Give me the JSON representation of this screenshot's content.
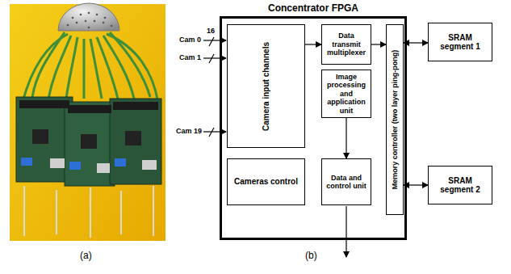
{
  "diagram": {
    "nodes": [
      {
        "text": [
          "Concentrator FPGA"
        ]
      },
      {
        "text": [
          "Camera input channels"
        ],
        "in": 0
      },
      {
        "text": [
          "Data transmit multiplexer"
        ],
        "in": 0
      },
      {
        "text": [
          "Image processing and application unit"
        ],
        "in": 0
      },
      {
        "text": [
          "Cameras control"
        ],
        "in": 0
      },
      {
        "text": [
          "Data and control unit"
        ],
        "in": 0
      },
      {
        "text": [
          "Memory controller (two layer ping-pong)"
        ],
        "in": 0
      },
      {
        "text": [
          "SRAM segment 1"
        ]
      },
      {
        "text": [
          "SRAM segment 2"
        ]
      }
    ],
    "edges": [
      {
        "from": 1,
        "to": 2,
        "arrow": "to"
      },
      {
        "from": 2,
        "to": 6,
        "arrow": "to"
      },
      {
        "from": 3,
        "to": 5,
        "arrow": "to"
      },
      {
        "from": 6,
        "to": 7,
        "arrow": "both"
      },
      {
        "from": 6,
        "to": 8,
        "arrow": "both"
      }
    ],
    "labels": [
      "Cam 0",
      "16",
      "Cam 1",
      "Cam 19",
      "(a)",
      "(b)"
    ]
  }
}
